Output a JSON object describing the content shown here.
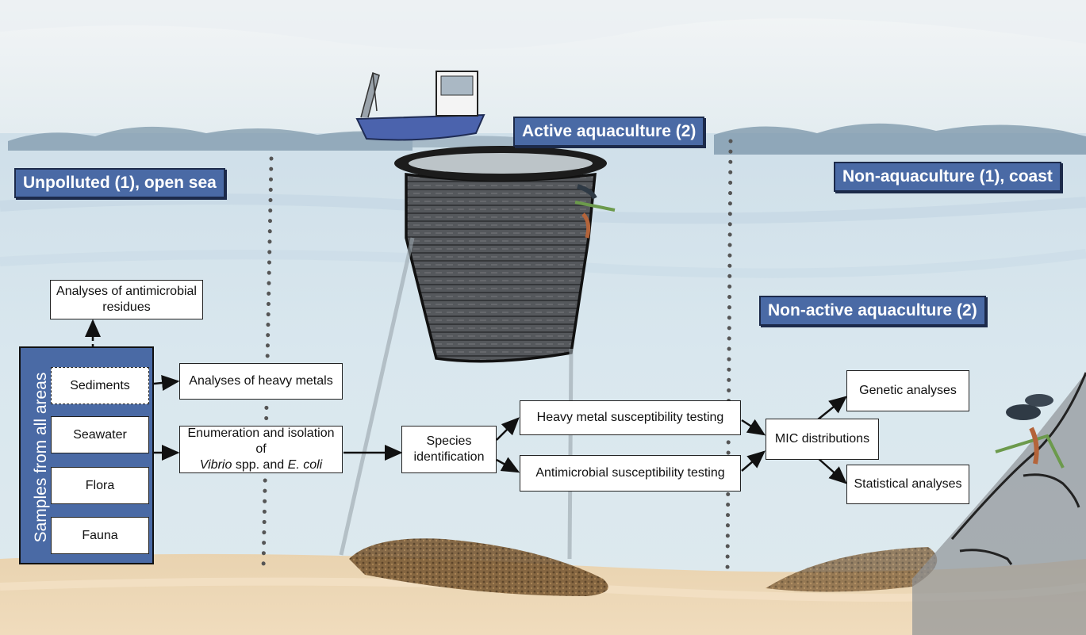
{
  "regions": {
    "unpolluted": "Unpolluted (1), open sea",
    "active": "Active aquaculture (2)",
    "non_aquaculture": "Non-aquaculture (1), coast",
    "non_active": "Non-active aquaculture (2)"
  },
  "samples": {
    "label": "Samples from all areas",
    "items": [
      "Sediments",
      "Seawater",
      "Flora",
      "Fauna"
    ]
  },
  "boxes": {
    "antimicrobial_residues": "Analyses of antimicrobial residues",
    "heavy_metals": "Analyses of heavy metals",
    "enumeration_prefix": "Enumeration and isolation of",
    "enumeration_vibrio": "Vibrio",
    "enumeration_mid": " spp. and ",
    "enumeration_ecoli": "E. coli",
    "species_id": "Species identification",
    "heavy_metal_testing": "Heavy metal susceptibility testing",
    "antimicrobial_testing": "Antimicrobial susceptibility testing",
    "mic": "MIC distributions",
    "genetic": "Genetic analyses",
    "statistical": "Statistical analyses"
  },
  "colors": {
    "label_fill": "#4a6aa5",
    "water": "#d6e6ee",
    "sky": "#eef2f4",
    "sand": "#ead2ac",
    "boat": "#4b63ad"
  }
}
